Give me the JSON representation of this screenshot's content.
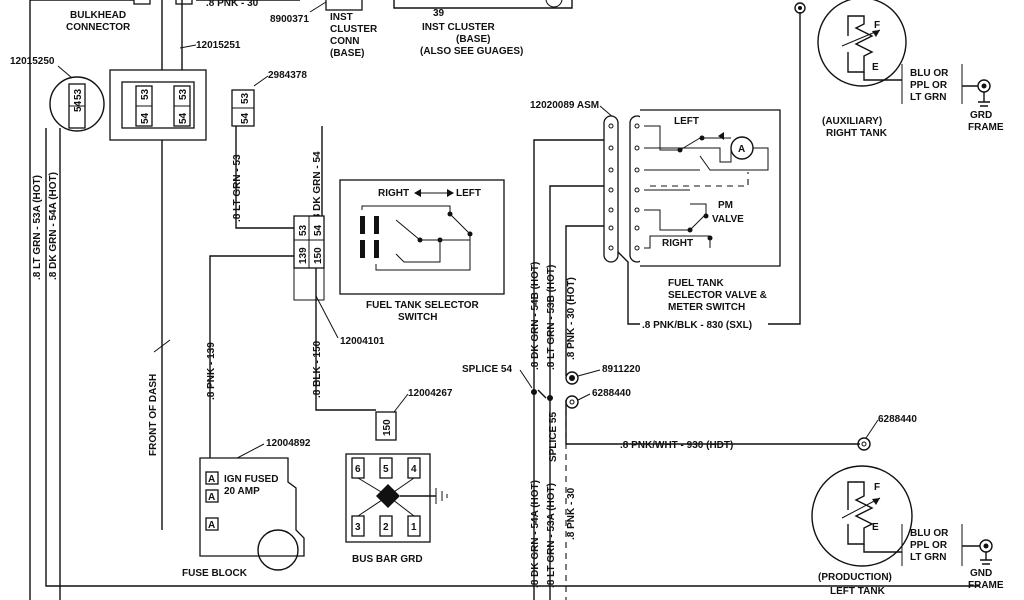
{
  "colors": {
    "ink": "#111111",
    "paper": "#ffffff"
  },
  "top": {
    "bulkhead_connector": [
      "BULKHEAD",
      "CONNECTOR"
    ],
    "part_8900371": "8900371",
    "inst_cluster_conn": [
      "INST",
      "CLUSTER",
      "CONN",
      "(BASE)"
    ],
    "circuit_39": "39",
    "inst_cluster_base": [
      "INST CLUSTER",
      "(BASE)",
      "(ALSO SEE GUAGES)"
    ],
    "top_wire_fragment": ".8 PNK - 30"
  },
  "bulkhead": {
    "part_12015250": "12015250",
    "pin_53": "53",
    "pin_54": "54",
    "part_12015251": "12015251",
    "part_2984378": "2984378"
  },
  "wires_left": {
    "lt_grn_53a_hot": ".8 LT GRN - 53A (HOT)",
    "dk_grn_54a_hot": ".8 DK GRN - 54A (HOT)",
    "lt_grn_53": ".8 LT GRN - 53",
    "dk_grn_54": ".8 DK GRN - 54",
    "pnk_139": ".8 PNK - 139",
    "blk_150": ".8 BLK - 150",
    "front_of_dash": "FRONT OF DASH"
  },
  "connector_mid": {
    "pin_53": "53",
    "pin_54": "54",
    "pin_139": "139",
    "pin_150": "150",
    "part_12004101": "12004101"
  },
  "selector_switch": {
    "right_left": [
      "RIGHT",
      "LEFT"
    ],
    "label": [
      "FUEL TANK SELECTOR",
      "SWITCH"
    ]
  },
  "fuse_block": {
    "part_12004892": "12004892",
    "ign_fused": [
      "IGN FUSED",
      "20 AMP"
    ],
    "fuse_marker": "A",
    "label": "FUSE BLOCK"
  },
  "bus_bar": {
    "part_12004267": "12004267",
    "pin_150": "150",
    "top_pins": [
      "6",
      "5",
      "4"
    ],
    "bottom_pins": [
      "3",
      "2",
      "1"
    ],
    "label": "BUS BAR GRD"
  },
  "center_wires": {
    "dk_grn_54b_hot": ".8 DK GRN - 54B (HOT)",
    "lt_grn_53b_hot": ".8 LT GRN - 53B (HOT)",
    "pnk_30_hot": ".8 PNK - 30 (HOT)",
    "splice_54": "SPLICE 54",
    "splice_55": "SPLICE 55",
    "part_8911220": "8911220",
    "part_6288440": "6288440",
    "dk_grn_54a_hot": ".8 DK GRN - 54A (HOT)",
    "lt_grn_53a_hot": ".8 LT GRN - 53A (HOT)",
    "pnk_30": ".8 PNK - 30"
  },
  "valve": {
    "part_asm": "12020089 ASM",
    "left": "LEFT",
    "right": "RIGHT",
    "pm_valve": [
      "PM",
      "VALVE"
    ],
    "meter_symbol": "A",
    "label": [
      "FUEL TANK",
      "SELECTOR VALVE &",
      "METER SWITCH"
    ],
    "pnk_blk_830": ".8 PNK/BLK - 830 (SXL)"
  },
  "aux_tank": {
    "sender_f": "F",
    "sender_e": "E",
    "wire_colors": [
      "BLU OR",
      "PPL OR",
      "LT GRN"
    ],
    "grd_frame": [
      "GRD",
      "FRAME"
    ],
    "label": [
      "(AUXILIARY)",
      "RIGHT TANK"
    ]
  },
  "prod_tank": {
    "part_6288440": "6288440",
    "pnk_wht_930": ".8 PNK/WHT - 930 (HDT)",
    "sender_f": "F",
    "sender_e": "E",
    "wire_colors": [
      "BLU OR",
      "PPL OR",
      "LT GRN"
    ],
    "grd_frame": [
      "GND",
      "FRAME"
    ],
    "label": [
      "(PRODUCTION)",
      "LEFT TANK"
    ]
  }
}
